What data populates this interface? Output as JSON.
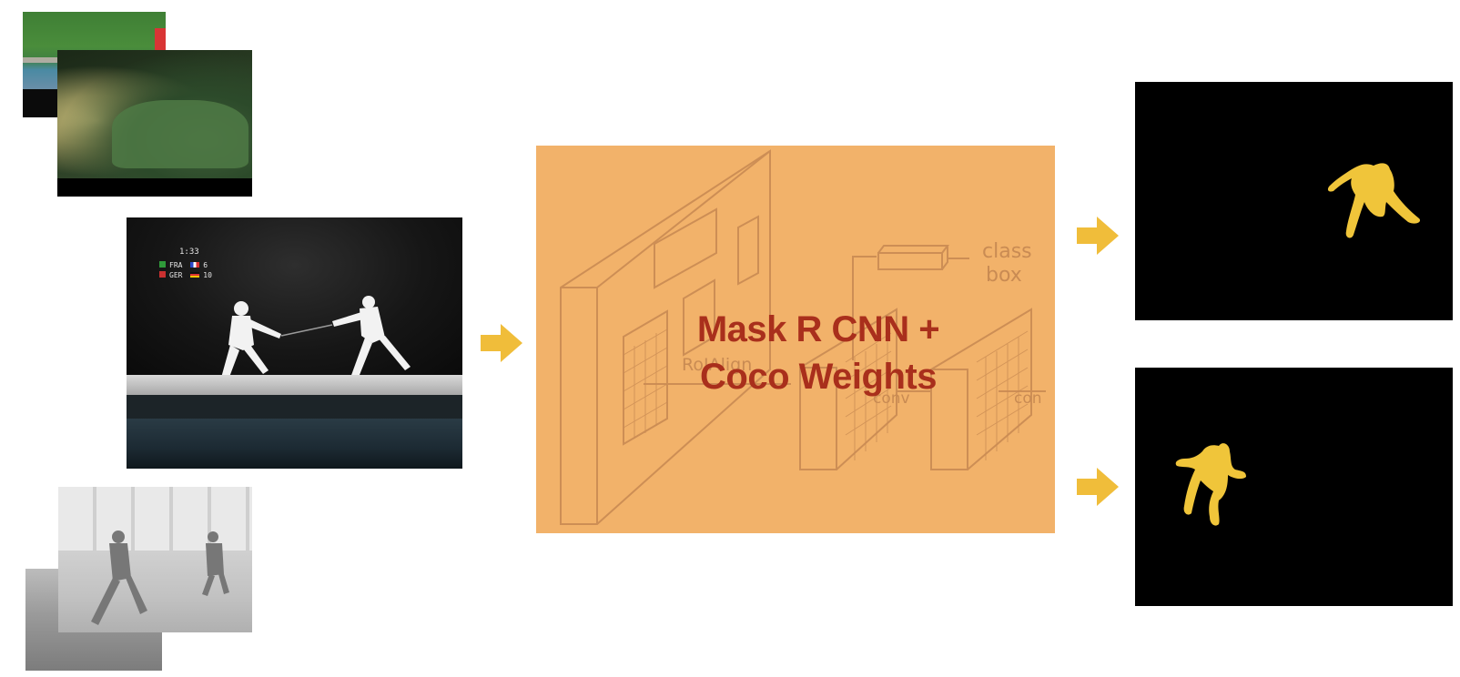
{
  "inputs": {
    "main_frame": {
      "scoreboard_time": "1:33",
      "scoreboard_rows": [
        {
          "team": "FRA",
          "score": "6"
        },
        {
          "team": "GER",
          "score": "10"
        }
      ]
    }
  },
  "network": {
    "title_line1": "Mask R CNN +",
    "title_line2": "Coco Weights",
    "background_labels": {
      "class": "class",
      "box": "box",
      "roialign": "RoIAlign",
      "conv": "conv",
      "conv_cut": "con"
    }
  },
  "colors": {
    "arrow": "#f0bd3a",
    "network_box": "#f2b26a",
    "title_text": "#a92f1c",
    "mask_fill": "#f0c53a",
    "mask_background": "#000000"
  }
}
